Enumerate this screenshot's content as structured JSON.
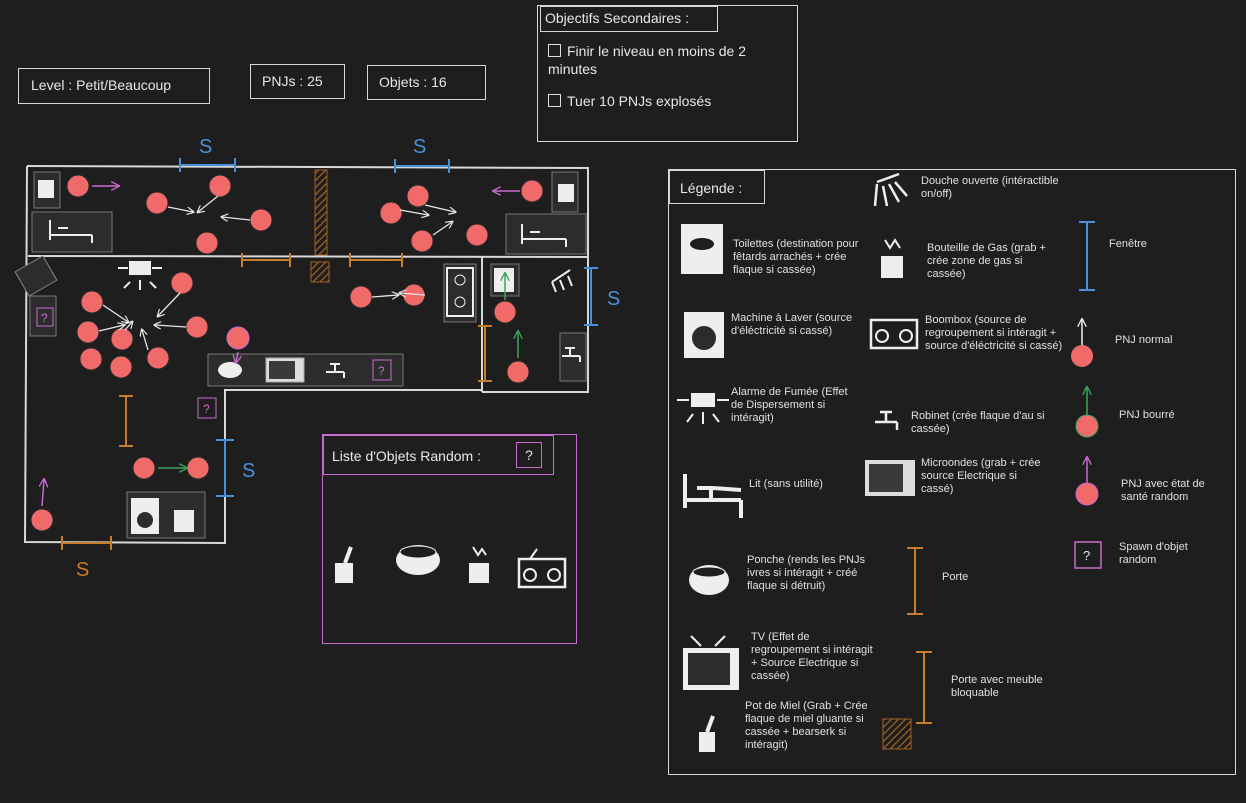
{
  "header": {
    "level": "Level : Petit/Beaucoup",
    "pnjs": "PNJs : 25",
    "objets": "Objets : 16"
  },
  "objectives": {
    "title": "Objectifs Secondaires :",
    "items": [
      "Finir le niveau en moins de 2 minutes",
      "Tuer 10 PNJs explosés"
    ]
  },
  "map": {
    "window_labels": [
      "S",
      "S",
      "S",
      "S"
    ],
    "door_label": "S",
    "random_symbol": "?"
  },
  "random_list": {
    "title": "Liste d'Objets Random :",
    "symbol": "?",
    "objects": [
      "pot-de-miel-icon",
      "ponche-icon",
      "bouteille-gas-icon",
      "boombox-icon"
    ]
  },
  "legend": {
    "title": "Légende :",
    "items": {
      "douche": "Douche ouverte (intéractible on/off)",
      "toilettes": "Toilettes (destination pour fêtards arrachés + crée flaque si cassée)",
      "bouteille": "Bouteille de Gas (grab + crée zone de gas si cassée)",
      "fenetre": "Fenêtre",
      "machine": "Machine à Laver (source d'éléctricité si cassé)",
      "boombox": "Boombox (source de regroupement si intéragit + source d'éléctricité si cassé)",
      "pnj_normal": "PNJ normal",
      "alarme": "Alarme de Fumée (Effet de Dispersement si intéragit)",
      "robinet": "Robinet (crée flaque d'au si cassée)",
      "pnj_bourre": "PNJ bourré",
      "lit": "Lit (sans utilité)",
      "microondes": "Microondes (grab + crée source Electrique si cassé)",
      "pnj_random": "PNJ avec état de santé random",
      "spawn": "Spawn d'objet random",
      "ponche": "Ponche (rends les PNJs ivres si intéragit + créé flaque si détruit)",
      "porte": "Porte",
      "tv": "TV (Effet de regroupement si intéragit + Source Electrique si cassée)",
      "porte_meuble": "Porte avec meuble bloquable",
      "pot_miel": "Pot de Miel (Grab + Crée flaque de miel gluante si cassée + bearserk si intéragit)"
    }
  },
  "colors": {
    "background": "#1e1e1e",
    "npc": "#f06a6a",
    "wall": "#d8d8d8",
    "window": "#4a90d9",
    "door": "#c77d2a",
    "drunk_arrow": "#3aa55a",
    "random_arrow": "#c86ad0",
    "panel_border": "#c86ad0",
    "furniture_fill": "#3a3a3a"
  }
}
